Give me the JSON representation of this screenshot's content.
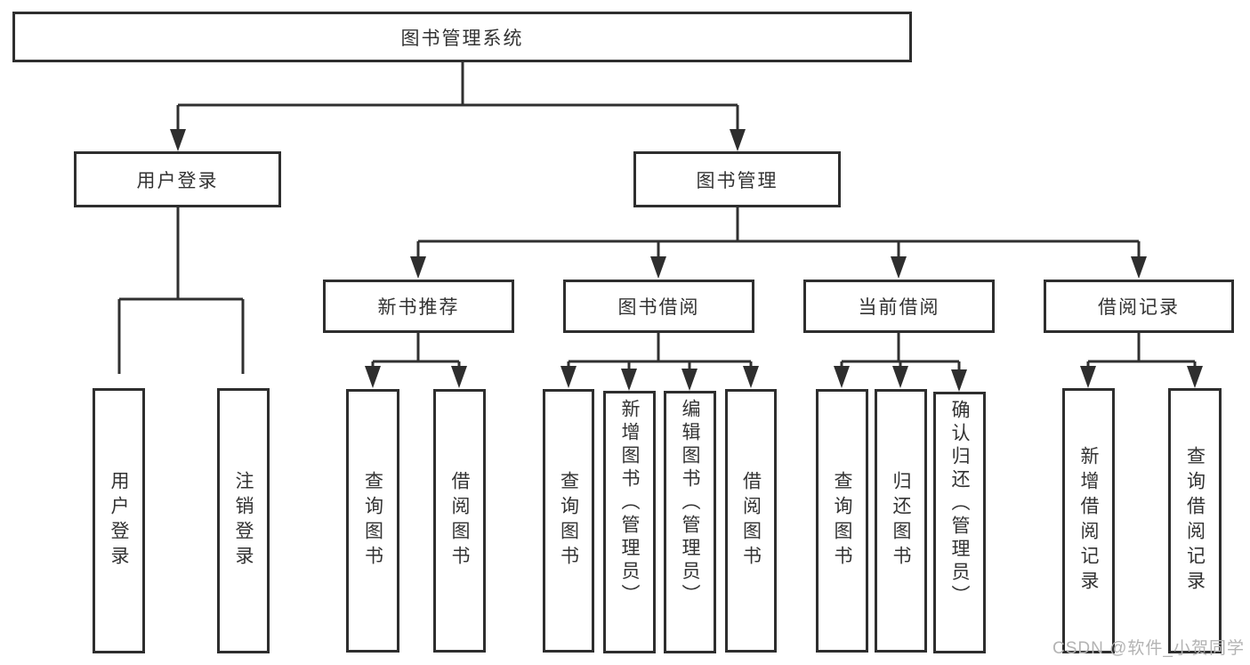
{
  "colors": {
    "line": "#303030",
    "box_border": "#2e2e2e",
    "text": "#333333",
    "background": "#ffffff",
    "watermark": "#b3b3b3"
  },
  "tree": {
    "root": {
      "label": "图书管理系统",
      "children": [
        {
          "label": "用户登录",
          "children": [
            {
              "label": "用户登录"
            },
            {
              "label": "注销登录"
            }
          ]
        },
        {
          "label": "图书管理",
          "children": [
            {
              "label": "新书推荐",
              "children": [
                {
                  "label": "查询图书"
                },
                {
                  "label": "借阅图书"
                }
              ]
            },
            {
              "label": "图书借阅",
              "children": [
                {
                  "label": "查询图书"
                },
                {
                  "label": "新增图书（管理员）"
                },
                {
                  "label": "编辑图书（管理员）"
                },
                {
                  "label": "借阅图书"
                }
              ]
            },
            {
              "label": "当前借阅",
              "children": [
                {
                  "label": "查询图书"
                },
                {
                  "label": "归还图书"
                },
                {
                  "label": "确认归还（管理员）"
                }
              ]
            },
            {
              "label": "借阅记录",
              "children": [
                {
                  "label": "新增借阅记录"
                },
                {
                  "label": "查询借阅记录"
                }
              ]
            }
          ]
        }
      ]
    }
  },
  "watermark": {
    "text": "CSDN @软件_小贺同学"
  }
}
